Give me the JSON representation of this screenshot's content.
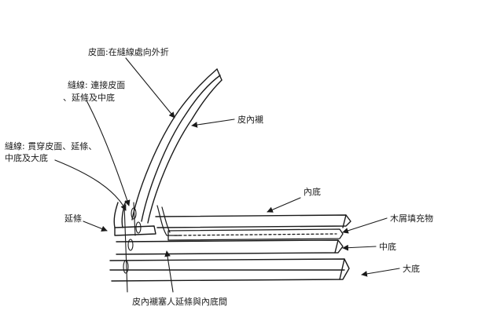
{
  "labels": {
    "upper": "皮面:在縫線處向外折",
    "welt_stitch_1": "縫線: 連接皮面",
    "welt_stitch_2": "、延條及中底",
    "sole_stitch_1": "縫線: 貫穿皮面、延條、",
    "sole_stitch_2": "中底及大底",
    "welt": "延條",
    "lining": "皮內襯",
    "insole": "內底",
    "cork_filler": "木屑填充物",
    "midsole": "中底",
    "outsole": "大底",
    "lining_tuck": "皮內襯塞人延條與內底間"
  },
  "colors": {
    "ink": "#1a1a1a",
    "paper": "#ffffff"
  }
}
